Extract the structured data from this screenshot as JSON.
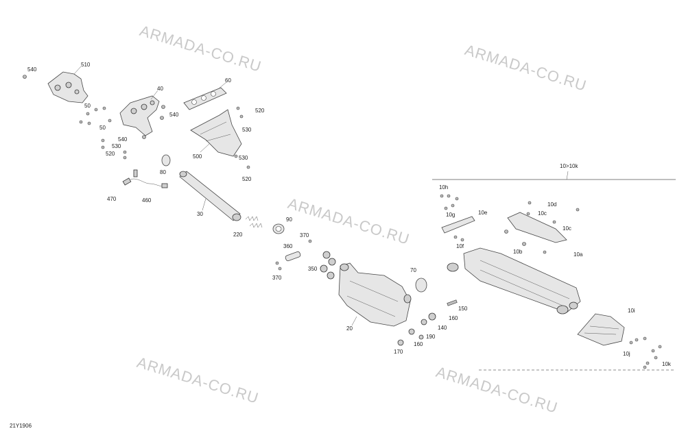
{
  "watermark": "ARMADA-CO.RU",
  "figure_ref": "21Y1906",
  "labels": {
    "l540a": "540",
    "l510": "510",
    "l40": "40",
    "l60": "60",
    "l50a": "50",
    "l50b": "50",
    "l540b": "540",
    "l520a": "520",
    "l530a": "530",
    "l540c": "540",
    "l530b": "530",
    "l520b": "520",
    "l500": "500",
    "l530c": "530",
    "l520c": "520",
    "l80": "80",
    "l470": "470",
    "l460": "460",
    "l30": "30",
    "l220": "220",
    "l90": "90",
    "l370a": "370",
    "l360a": "360",
    "l370b": "370",
    "l350": "350",
    "l70": "70",
    "l20": "20",
    "l150": "150",
    "l160a": "160",
    "l140": "140",
    "l190": "190",
    "l160b": "160",
    "l170": "170",
    "l10range": "10>10k",
    "l10h": "10h",
    "l10g": "10g",
    "l10e": "10e",
    "l10f": "10f",
    "l10d": "10d",
    "l10c1": "10c",
    "l10c2": "10c",
    "l10b": "10b",
    "l10a": "10a",
    "l10i": "10i",
    "l10j": "10j",
    "l10k": "10k"
  }
}
